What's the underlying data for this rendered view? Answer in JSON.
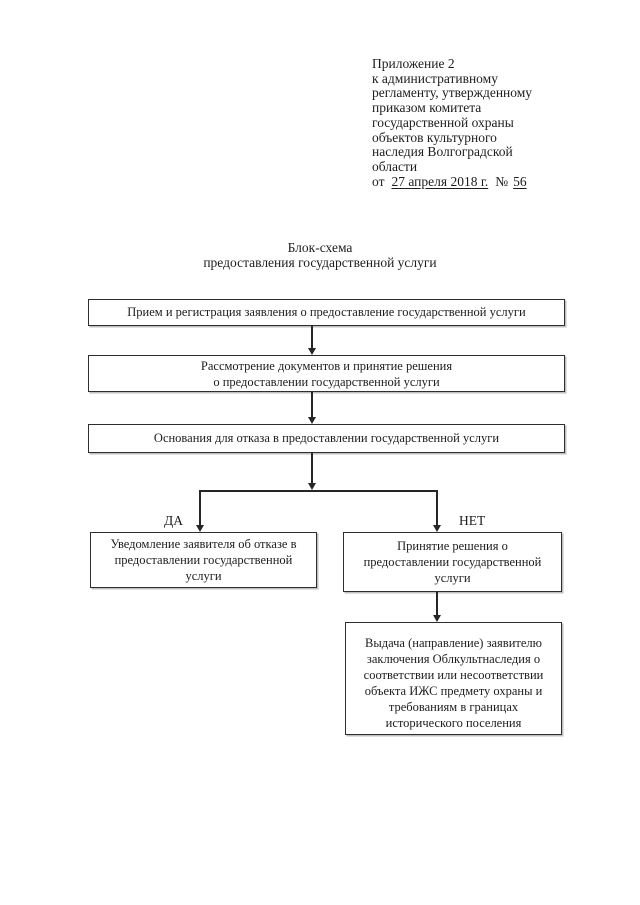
{
  "colors": {
    "paper": "#ffffff",
    "ink": "#1d1d1d",
    "line": "#262626"
  },
  "header": {
    "lines": [
      "Приложение 2",
      "к административному",
      "регламенту, утвержденному",
      "приказом комитета",
      "государственной охраны",
      "объектов культурного",
      "наследия Волгоградской",
      "области"
    ],
    "date_line": {
      "prefix": "от",
      "date": "27 апреля 2018 г.",
      "number_sign": "№",
      "number": "56"
    }
  },
  "title": {
    "line1": "Блок-схема",
    "line2": "предоставления государственной услуги"
  },
  "flowchart": {
    "box_reception": {
      "text": "Прием и регистрация заявления о предоставление государственной услуги"
    },
    "box_review": {
      "lines": [
        "Рассмотрение документов и принятие решения",
        "о предоставлении государственной услуги"
      ]
    },
    "box_refusal_grounds": {
      "text": "Основания для отказа в предоставлении государственной услуги"
    },
    "branch": {
      "yes_label": "ДА",
      "no_label": "НЕТ"
    },
    "box_refusal_notice": {
      "lines": [
        "Уведомление заявителя об отказе в",
        "предоставлении государственной",
        "услуги"
      ]
    },
    "box_decision": {
      "lines": [
        "Принятие решения о",
        "предоставлении государственной",
        "услуги"
      ]
    },
    "box_issuance": {
      "lines": [
        "Выдача (направление) заявителю",
        "заключения Облкультнаследия о",
        "соответствии или несоответствии",
        "объекта ИЖС предмету охраны и",
        "требованиям в границах",
        "исторического поселения"
      ]
    }
  }
}
